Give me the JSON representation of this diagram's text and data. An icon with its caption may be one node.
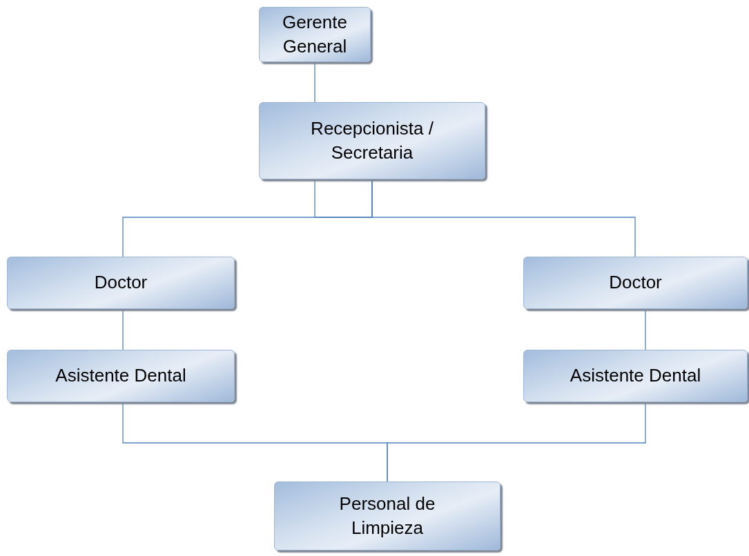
{
  "diagram": {
    "nodes": [
      {
        "text": [
          "Gerente General"
        ]
      },
      {
        "text": [
          "Recepcionista / Secretaria"
        ]
      },
      {
        "text": [
          "Doctor"
        ]
      },
      {
        "text": [
          "Doctor"
        ]
      },
      {
        "text": [
          "Asistente Dental"
        ]
      },
      {
        "text": [
          "Asistente Dental"
        ]
      },
      {
        "text": [
          "Personal de Limpieza"
        ]
      }
    ],
    "edges": [
      {
        "from": 0,
        "to": 1,
        "arrow": "none"
      },
      {
        "from": 1,
        "to": 2,
        "arrow": "none"
      },
      {
        "from": 1,
        "to": 3,
        "arrow": "none"
      },
      {
        "from": 2,
        "to": 4,
        "arrow": "none"
      },
      {
        "from": 3,
        "to": 5,
        "arrow": "none"
      },
      {
        "from": 4,
        "to": 6,
        "arrow": "none"
      },
      {
        "from": 5,
        "to": 6,
        "arrow": "none"
      }
    ]
  }
}
